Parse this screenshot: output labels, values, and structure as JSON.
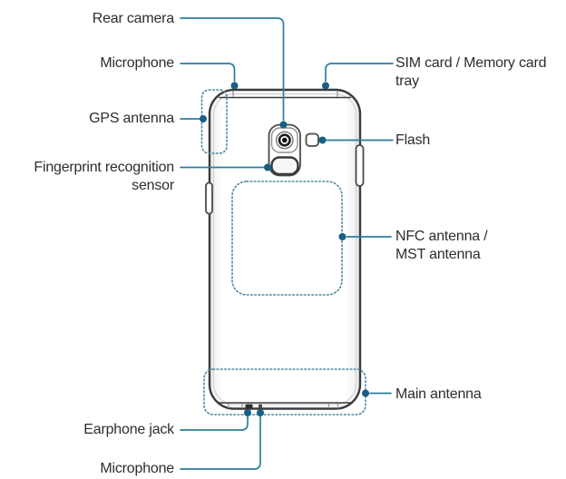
{
  "diagram": {
    "type": "device-rear-layout",
    "labels": {
      "rear_camera": "Rear camera",
      "microphone_top": "Microphone",
      "gps_antenna": "GPS antenna",
      "fingerprint": {
        "line1": "Fingerprint recognition",
        "line2": "sensor"
      },
      "sim_tray": {
        "line1": "SIM card / Memory card",
        "line2": "tray"
      },
      "flash": "Flash",
      "nfc": {
        "line1": "NFC antenna /",
        "line2": "MST antenna"
      },
      "main_antenna": "Main antenna",
      "earphone_jack": "Earphone jack",
      "microphone_bottom": "Microphone"
    },
    "colors": {
      "leader_line": "#2e7d9e",
      "leader_dot": "#156084",
      "antenna_dash": "#4f87a2",
      "phone_outline": "#3b3b3b",
      "label_text": "#2d2d2d",
      "background": "#ffffff"
    }
  }
}
